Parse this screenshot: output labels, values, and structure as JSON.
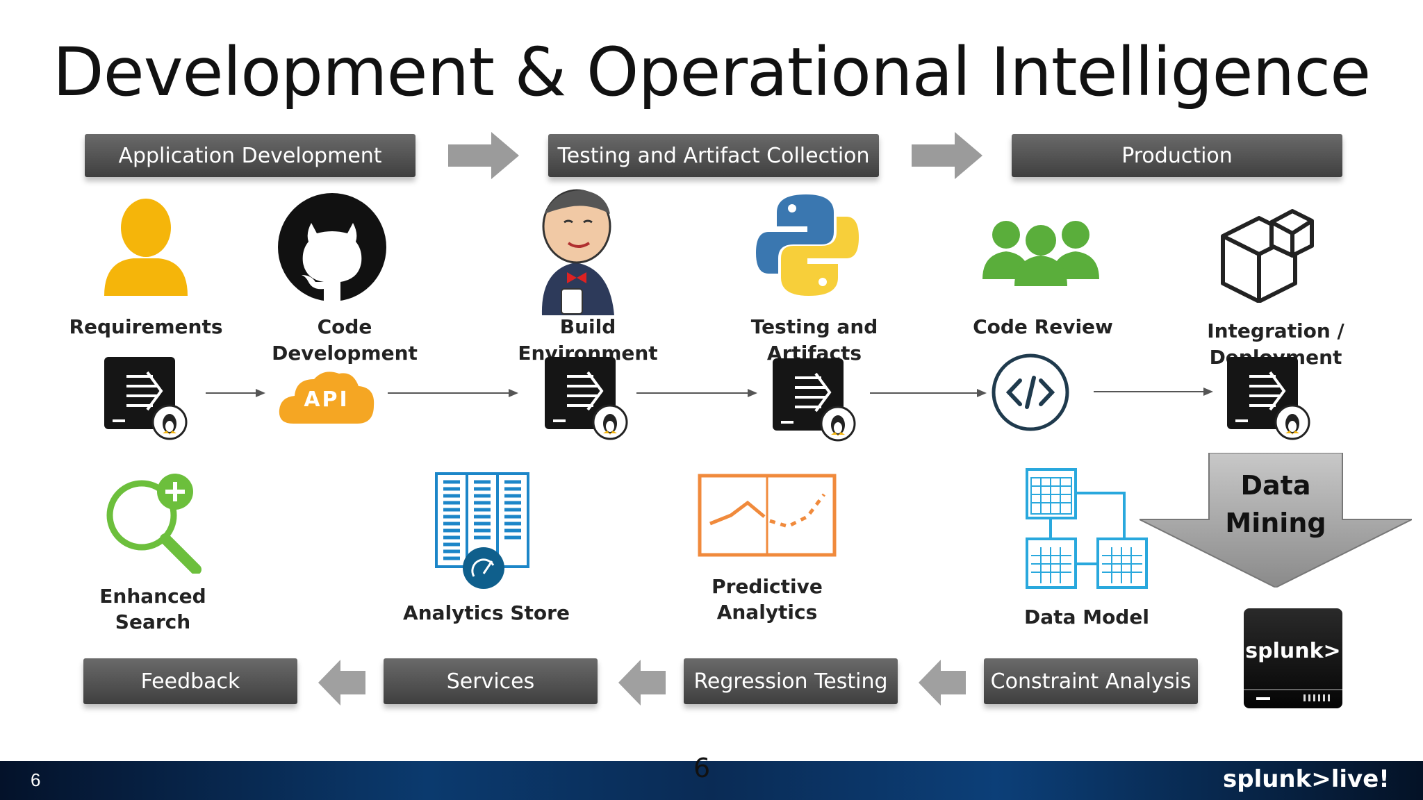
{
  "title": "Development & Operational Intelligence",
  "stages": [
    "Application Development",
    "Testing and Artifact Collection",
    "Production"
  ],
  "tools": [
    {
      "label": "Requirements",
      "icon": "user-icon"
    },
    {
      "label": "Code Development",
      "icon": "github-icon"
    },
    {
      "label": "Build Environment",
      "icon": "jenkins-icon"
    },
    {
      "label": "Testing and Artifacts",
      "icon": "python-icon"
    },
    {
      "label": "Code Review",
      "icon": "team-icon"
    },
    {
      "label": "Integration / Deployment",
      "icon": "package-icon"
    }
  ],
  "api_text": "API",
  "analytics": [
    {
      "label": "Enhanced Search",
      "label2": "",
      "lines": [
        "Enhanced",
        "Search"
      ]
    },
    {
      "label": "Analytics Store"
    },
    {
      "lines": [
        "Predictive",
        "Analytics"
      ]
    },
    {
      "label": "Data Model"
    }
  ],
  "data_mining": [
    "Data",
    "Mining"
  ],
  "feedback_loop": [
    "Feedback",
    "Services",
    "Regression Testing",
    "Constraint Analysis"
  ],
  "splunk_box_text": "splunk>",
  "footer": {
    "slide_number": "6",
    "center_number": "6",
    "logo": "splunk>live!"
  },
  "colors": {
    "stage_bg": "#555555",
    "user": "#f5b50a",
    "team": "#5aae3b",
    "api": "#f5a623",
    "search": "#6cbf3c",
    "predictive": "#f08a3c",
    "datamodel": "#29a8dd"
  }
}
